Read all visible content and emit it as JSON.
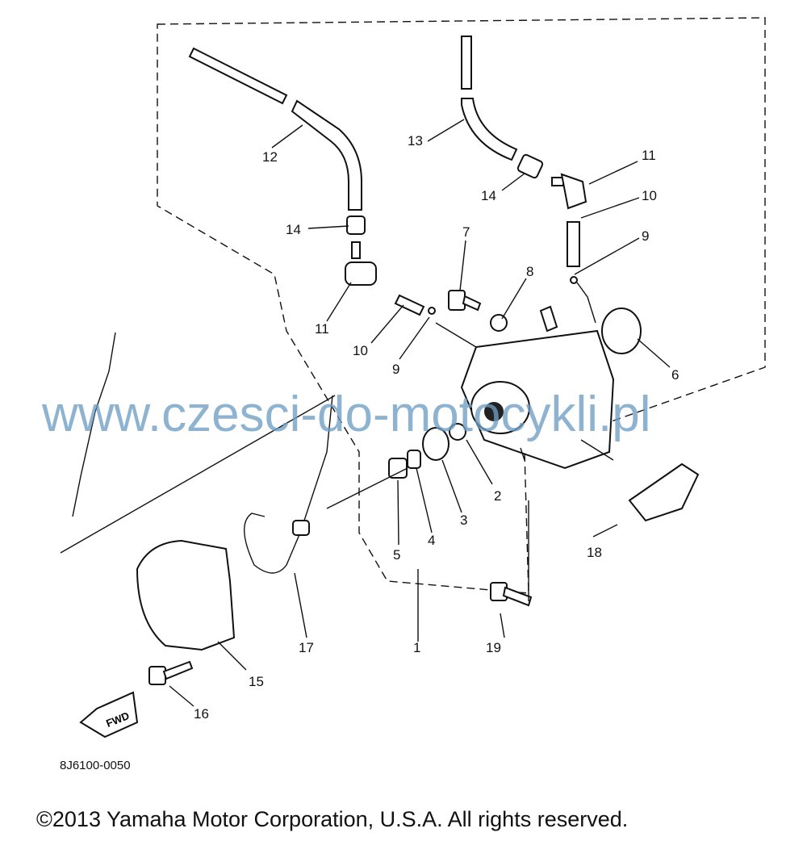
{
  "callouts": {
    "c1": "1",
    "c2": "2",
    "c3": "3",
    "c4": "4",
    "c5": "5",
    "c6": "6",
    "c7": "7",
    "c8": "8",
    "c9a": "9",
    "c9b": "9",
    "c10a": "10",
    "c10b": "10",
    "c11a": "11",
    "c11b": "11",
    "c12": "12",
    "c13": "13",
    "c14a": "14",
    "c14b": "14",
    "c15": "15",
    "c16": "16",
    "c17": "17",
    "c18": "18",
    "c19": "19"
  },
  "fwd_label": "FWD",
  "diagram_code": "8J6100-0050",
  "watermark": "www.czesci-do-motocykli.pl",
  "copyright": "©2013 Yamaha Motor Corporation, U.S.A. All rights reserved."
}
